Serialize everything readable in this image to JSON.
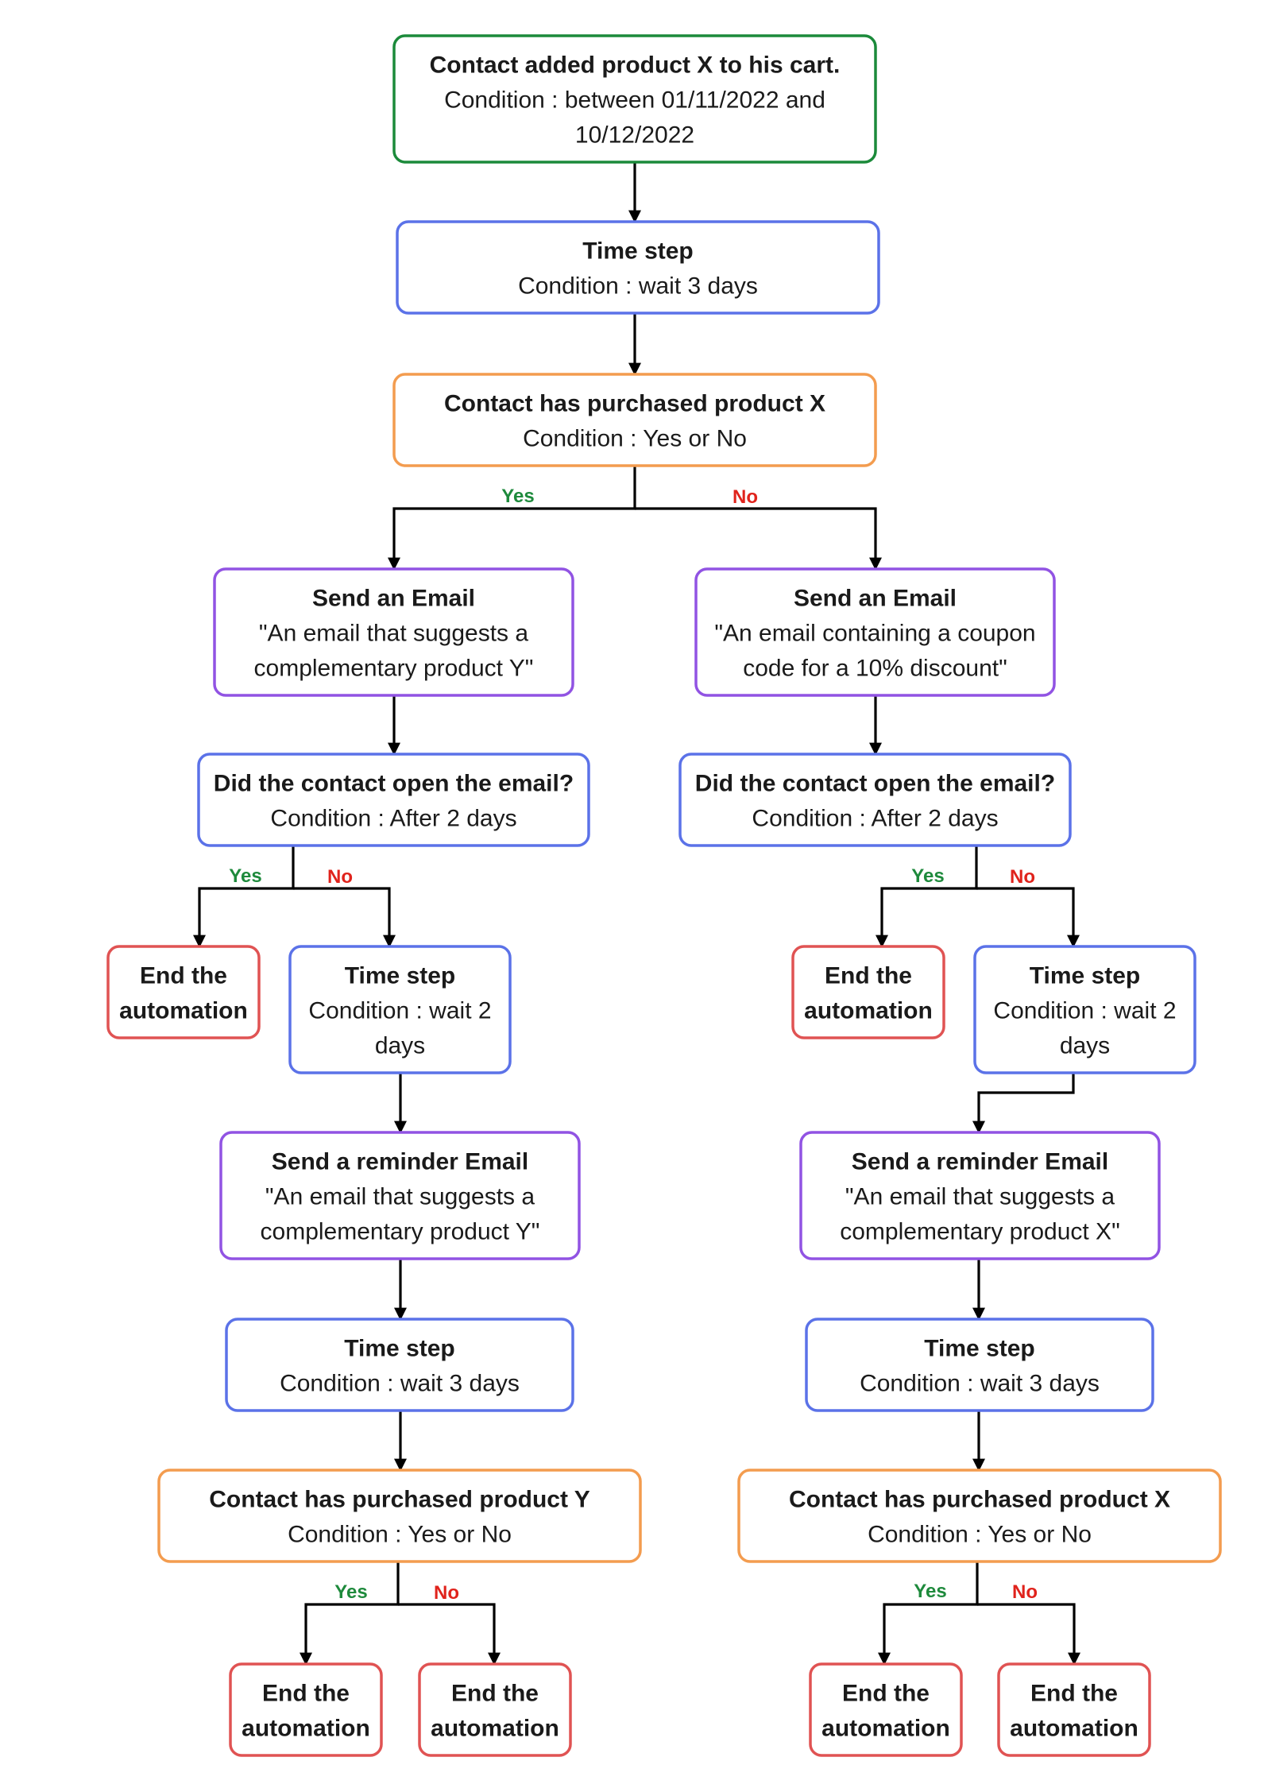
{
  "colors": {
    "trigger": "#1b8a3a",
    "time": "#5b72e8",
    "condition": "#f39c4f",
    "email": "#9153e3",
    "end": "#e05353",
    "yes": "#1e8a3c",
    "no": "#e0231c"
  },
  "branch_labels": {
    "yes": "Yes",
    "no": "No"
  },
  "nodes": {
    "start": {
      "kind": "trigger",
      "title": "Contact added product X to his cart.",
      "lines": [
        "Condition : between 01/11/2022 and",
        "10/12/2022"
      ]
    },
    "wait1": {
      "kind": "time",
      "title": "Time step",
      "lines": [
        "Condition : wait 3 days"
      ]
    },
    "cond1": {
      "kind": "condition",
      "title": "Contact has purchased product X",
      "lines": [
        "Condition : Yes or No"
      ]
    },
    "emailL": {
      "kind": "email",
      "title": "Send an Email",
      "lines": [
        "\"An email that suggests a",
        "complementary product Y\""
      ]
    },
    "emailR": {
      "kind": "email",
      "title": "Send an Email",
      "lines": [
        "\"An email containing a coupon",
        "code for a 10% discount\""
      ]
    },
    "openL": {
      "kind": "time",
      "title": "Did the contact open the email?",
      "lines": [
        "Condition : After 2 days"
      ]
    },
    "openR": {
      "kind": "time",
      "title": "Did the contact open the email?",
      "lines": [
        "Condition : After 2 days"
      ]
    },
    "endL1": {
      "kind": "end",
      "title": "End the",
      "title2": "automation",
      "lines": []
    },
    "waitL2": {
      "kind": "time",
      "title": "Time step",
      "lines": [
        "Condition : wait 2",
        "days"
      ]
    },
    "endR1": {
      "kind": "end",
      "title": "End the",
      "title2": "automation",
      "lines": []
    },
    "waitR2": {
      "kind": "time",
      "title": "Time step",
      "lines": [
        "Condition : wait 2",
        "days"
      ]
    },
    "remL": {
      "kind": "email",
      "title": "Send a reminder Email",
      "lines": [
        "\"An email that suggests a",
        "complementary product Y\""
      ]
    },
    "remR": {
      "kind": "email",
      "title": "Send a reminder Email",
      "lines": [
        "\"An email that suggests a",
        "complementary product X\""
      ]
    },
    "waitL3": {
      "kind": "time",
      "title": "Time step",
      "lines": [
        "Condition : wait 3 days"
      ]
    },
    "waitR3": {
      "kind": "time",
      "title": "Time step",
      "lines": [
        "Condition : wait 3 days"
      ]
    },
    "condL": {
      "kind": "condition",
      "title": "Contact has purchased product Y",
      "lines": [
        "Condition : Yes or No"
      ]
    },
    "condR": {
      "kind": "condition",
      "title": "Contact has purchased product X",
      "lines": [
        "Condition : Yes or No"
      ]
    },
    "endL2": {
      "kind": "end",
      "title": "End the",
      "title2": "automation",
      "lines": []
    },
    "endL3": {
      "kind": "end",
      "title": "End the",
      "title2": "automation",
      "lines": []
    },
    "endR2": {
      "kind": "end",
      "title": "End the",
      "title2": "automation",
      "lines": []
    },
    "endR3": {
      "kind": "end",
      "title": "End the",
      "title2": "automation",
      "lines": []
    }
  }
}
